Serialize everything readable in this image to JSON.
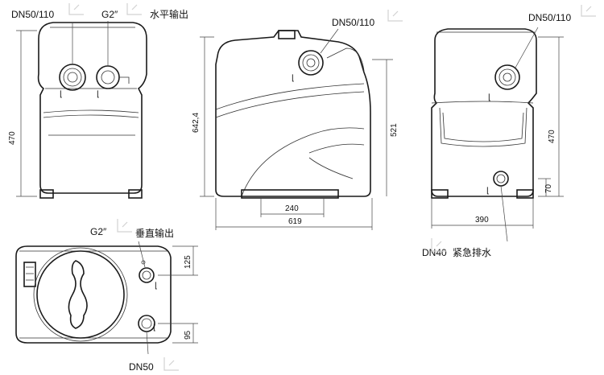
{
  "labels": {
    "front_inlet_left": "DN50/110",
    "front_inlet_right": "G2″",
    "front_outlet_text": "水平输出",
    "side_inlet": "DN50/110",
    "rear_inlet": "DN50/110",
    "rear_drain": "DN40",
    "rear_drain_text": "紧急排水",
    "top_outlet": "G2″",
    "top_outlet_text": "垂直输出",
    "top_bottom_inlet": "DN50"
  },
  "dimensions": {
    "front_height": "470",
    "side_height": "642,4",
    "side_inner_height": "521",
    "side_inner_width": "240",
    "side_width": "619",
    "rear_height": "470",
    "rear_drain_height": "70",
    "rear_width": "390",
    "top_upper": "125",
    "top_lower": "95"
  },
  "icons": [
    "pipe-outlet-icon"
  ]
}
